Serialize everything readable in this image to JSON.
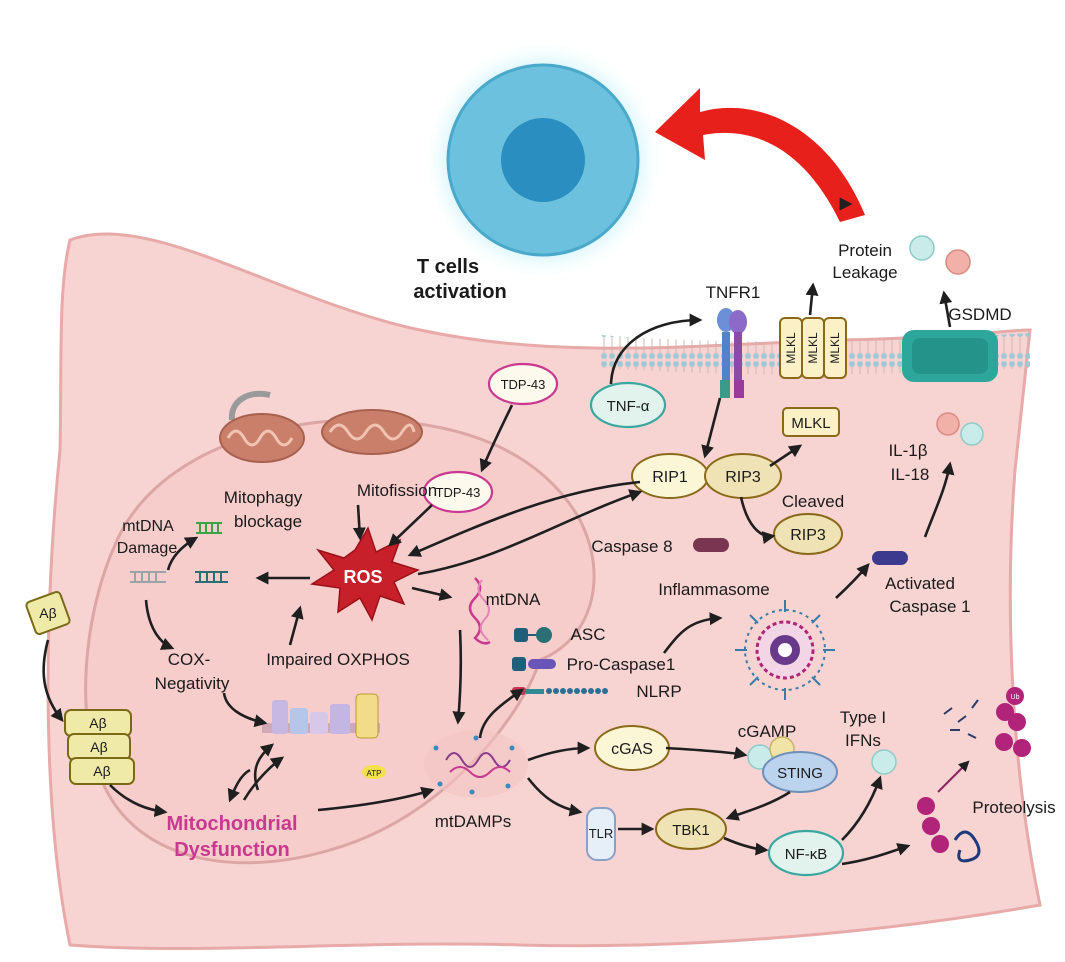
{
  "title": "T cells activation",
  "labels": {
    "protein_leakage": "Protein Leakage",
    "tnfr1": "TNFR1",
    "gsdmd": "GSDMD",
    "tdp43_top": "TDP-43",
    "tdp43_mid": "TDP-43",
    "tnf_alpha": "TNF-α",
    "mlkl_1": "MLKL",
    "mlkl_2": "MLKL",
    "mlkl_3": "MLKL",
    "mlkl": "MLKL",
    "il1b": "IL-1β",
    "il18": "IL-18",
    "mitofission": "Mitofission",
    "mitophagy_blockage": "Mitophagy blockage",
    "mtdna_damage": "mtDNA Damage",
    "rip1": "RIP1",
    "rip3": "RIP3",
    "cleaved": "Cleaved",
    "cleaved_rip3": "RIP3",
    "caspase8": "Caspase 8",
    "ros": "ROS",
    "mtdna": "mtDNA",
    "inflammasome": "Inflammasome",
    "activated_caspase1": "Activated Caspase 1",
    "abeta_single": "Aβ",
    "abeta_stack": [
      "Aβ",
      "Aβ",
      "Aβ"
    ],
    "asc": "ASC",
    "pro_caspase1": "Pro-Caspase1",
    "nlrp": "NLRP",
    "cox_negativity": "COX- Negativity",
    "impaired_oxphos": "Impaired OXPHOS",
    "cgamp": "cGAMP",
    "type1_ifns": "Type I IFNs",
    "cgas": "cGAS",
    "sting": "STING",
    "mitochondrial_dysfunction": "Mitochondrial Dysfunction",
    "mtdamps": "mtDAMPs",
    "tlr": "TLR",
    "tbk1": "TBK1",
    "nfkb": "NF-κB",
    "proteolysis": "Proteolysis",
    "ub": "Ub",
    "atp": "ATP"
  },
  "colors": {
    "cell_fill": "#f7d4d2",
    "cell_stroke": "#e7aaa8",
    "tcell_outer": "#6cc2de",
    "tcell_inner": "#2a8fc0",
    "red_arrow": "#e8201c",
    "ros": "#c8202a",
    "magenta": "#c8398f",
    "teal": "#3aa7a0",
    "ub": "#b2237a",
    "node_fill": "#fbf6d6",
    "node_stroke": "#8a6a18"
  }
}
